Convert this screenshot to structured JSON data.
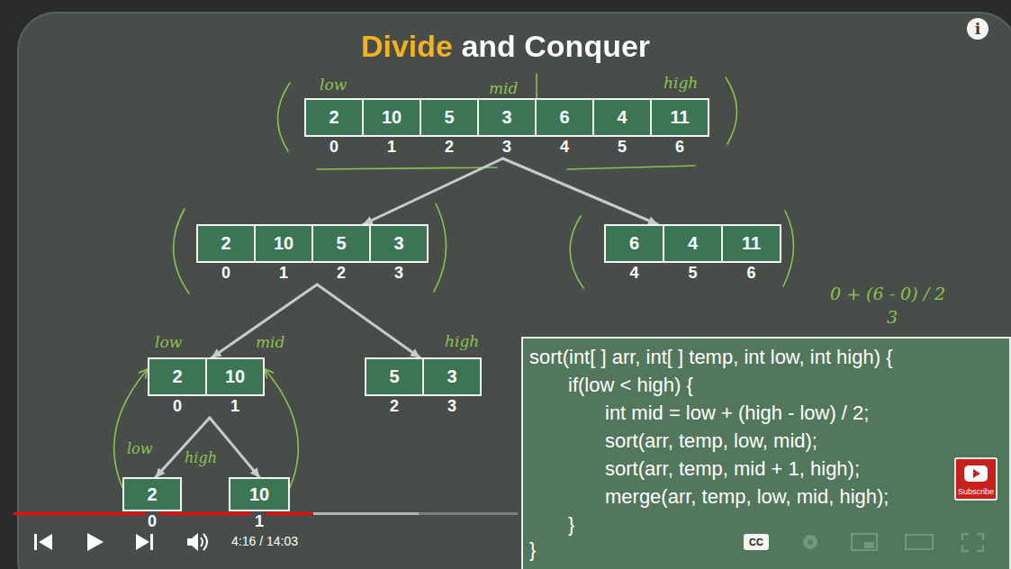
{
  "diagram": {
    "title": "Divide and Conquer",
    "nodes": [
      {
        "text": [
          "2",
          "10",
          "5",
          "3",
          "6",
          "4",
          "11",
          "0",
          "1",
          "2",
          "3",
          "4",
          "5",
          "6"
        ]
      },
      {
        "text": [
          "2",
          "10",
          "5",
          "3",
          "0",
          "1",
          "2",
          "3"
        ]
      },
      {
        "text": [
          "6",
          "4",
          "11",
          "4",
          "5",
          "6"
        ]
      },
      {
        "text": [
          "2",
          "10",
          "0",
          "1"
        ]
      },
      {
        "text": [
          "5",
          "3",
          "2",
          "3"
        ]
      },
      {
        "text": [
          "2",
          "0"
        ]
      },
      {
        "text": [
          "10",
          "1"
        ]
      },
      {
        "text": [
          "sort(int[ ] arr, int[ ] temp, int low, int high) {",
          "if(low < high) {",
          "int mid = low + (high - low) / 2;",
          "sort(arr, temp, low, mid);",
          "sort(arr, temp, mid + 1, high);",
          "merge(arr, temp, low, mid, high);",
          "}",
          "}"
        ]
      },
      {
        "text": [
          "Subscribe"
        ]
      },
      {
        "text": [
          "CC"
        ]
      },
      {
        "text": [
          "i"
        ]
      }
    ],
    "edges": [
      {
        "from": 0,
        "to": 1,
        "arrow": "to"
      },
      {
        "from": 0,
        "to": 2,
        "arrow": "to"
      },
      {
        "from": 1,
        "to": 3,
        "arrow": "to"
      },
      {
        "from": 1,
        "to": 4,
        "arrow": "to"
      },
      {
        "from": 3,
        "to": 5,
        "arrow": "to"
      },
      {
        "from": 3,
        "to": 6,
        "arrow": "to"
      },
      {
        "from": 5,
        "to": 3,
        "arrow": "to"
      },
      {
        "from": 6,
        "to": 3,
        "arrow": "to"
      }
    ],
    "labels": [
      "low",
      "mid",
      "high",
      "0 + (6 - 0) / 2",
      "3",
      "low",
      "mid",
      "high",
      "low",
      "high",
      "4:16 / 14:03"
    ]
  }
}
